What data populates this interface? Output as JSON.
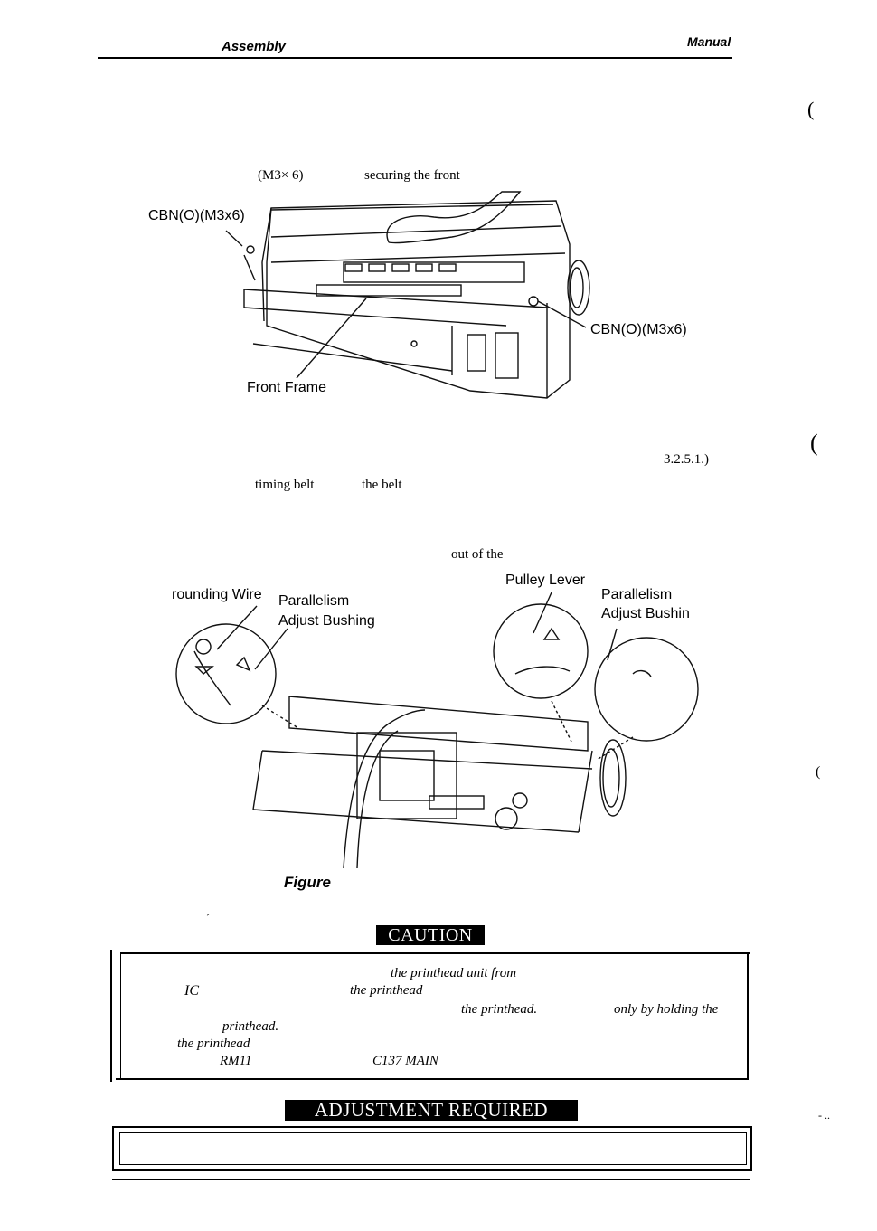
{
  "header": {
    "section": "Assembly",
    "right": "Manual"
  },
  "step1": {
    "spec": "(M3× 6)",
    "text": "securing the front"
  },
  "figure1": {
    "label_screw_left": "CBN(O)(M3x6)",
    "label_screw_right": "CBN(O)(M3x6)",
    "label_front_frame": "Front Frame"
  },
  "step2": {
    "ref": "3.2.5.1.)",
    "timing_belt": "timing belt",
    "the_belt": "the belt"
  },
  "step3": {
    "text": "out of the"
  },
  "figure2": {
    "label_grounding_wire": "rounding Wire",
    "label_bushing_left_1": "Parallelism",
    "label_bushing_left_2": "Adjust Bushing",
    "label_pulley_lever": "Pulley Lever",
    "label_bushing_right_1": "Parallelism",
    "label_bushing_right_2": "Adjust Bushin",
    "caption": "Figure"
  },
  "caution": {
    "title": "CAUTION",
    "line1_a": "the printhead unit from",
    "line2_a": "IC",
    "line2_b": "the printhead",
    "line3_a": "the printhead.",
    "line3_b": "only by holding the",
    "line4_a": "printhead.",
    "line5_a": "the printhead",
    "line6_a": "RM11",
    "line6_b": "C137 MAIN"
  },
  "adjustment": {
    "title": "ADJUSTMENT REQUIRED"
  }
}
